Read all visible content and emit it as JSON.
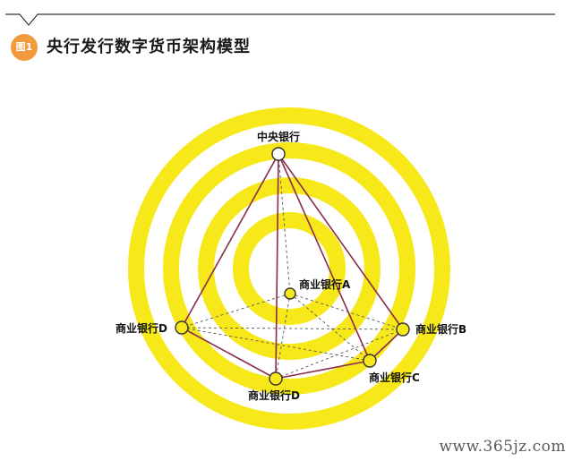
{
  "header": {
    "badge": "图1",
    "title": "央行发行数字货币架构模型"
  },
  "nodes": {
    "central_bank": "中央银行",
    "bank_a": "商业银行A",
    "bank_b": "商业银行B",
    "bank_c": "商业银行C",
    "bank_d_left": "商业银行D",
    "bank_d_bottom": "商业银行D"
  },
  "watermark": "www.365jz.com",
  "colors": {
    "ring_yellow": "#f7e81a",
    "edge_solid": "#8b2b4a",
    "edge_dashed": "#555555",
    "node_fill": "#f7e81a",
    "badge_orange": "#f29a3e"
  }
}
